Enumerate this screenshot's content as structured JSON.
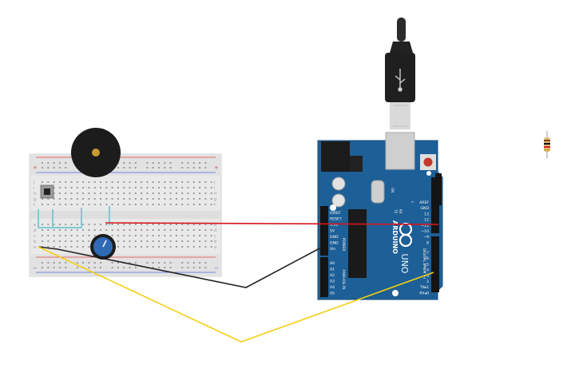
{
  "board": {
    "brand": "ARDUINO",
    "model": "UNO",
    "power_header_label": "POWER",
    "analog_header_label": "ANALOG IN",
    "digital_header_label": "DIGITAL (PWM ~)",
    "tx_label": "TX",
    "rx_label": "RX",
    "l_label": "L",
    "on_label": "ON",
    "power_pins": [
      "IOREF",
      "RESET",
      "3.3V",
      "5V",
      "GND",
      "GND",
      "Vin"
    ],
    "analog_pins": [
      "A0",
      "A1",
      "A2",
      "A3",
      "A4",
      "A5"
    ],
    "digital_top_pins": [
      "AREF",
      "GND",
      "13",
      "12",
      "~11",
      "~10",
      "~9",
      "8"
    ],
    "digital_bottom_pins": [
      "7",
      "~6",
      "~5",
      "4",
      "~3",
      "2",
      "TX▸1",
      "RX◂0"
    ]
  },
  "breadboard": {
    "plus_label": "+",
    "minus_label": "−",
    "row_letters_top": [
      "j",
      "i",
      "h",
      "g",
      "f"
    ],
    "row_letters_bottom": [
      "e",
      "d",
      "c",
      "b",
      "a"
    ]
  },
  "colors": {
    "board_blue": "#1d5f97",
    "wire_red": "#d8141c",
    "wire_black": "#222222",
    "wire_yellow": "#f2cf12",
    "wire_cyan": "#7ecad6"
  }
}
